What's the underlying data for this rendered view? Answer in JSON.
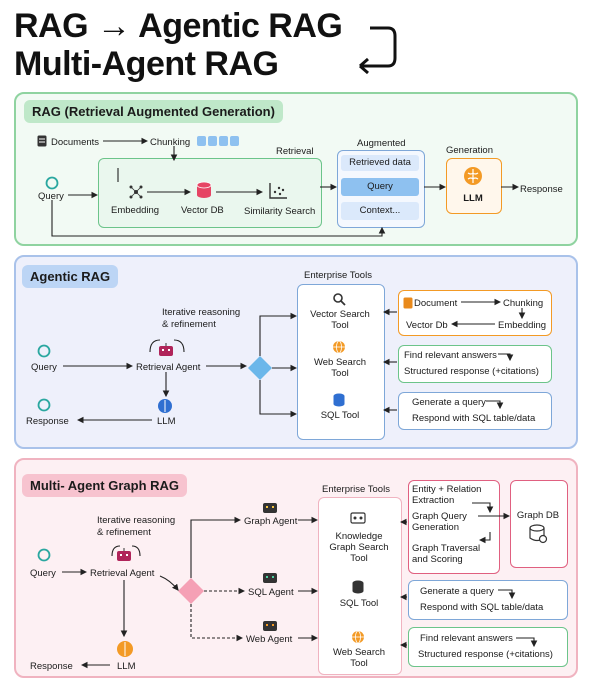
{
  "title": {
    "line1": "RAG → Agentic RAG",
    "line2": "Multi-Agent RAG"
  },
  "rag": {
    "tag": "RAG (Retrieval Augmented Generation)",
    "documents": "Documents",
    "chunking": "Chunking",
    "retrieval": "Retrieval",
    "augmented": "Augmented",
    "generation": "Generation",
    "query": "Query",
    "embedding": "Embedding",
    "vector_db": "Vector DB",
    "similarity_search": "Similarity Search",
    "retrieved_data": "Retrieved data",
    "aug_query": "Query",
    "context": "Context...",
    "llm": "LLM",
    "response": "Response"
  },
  "agentic": {
    "tag": "Agentic RAG",
    "enterprise_tools": "Enterprise Tools",
    "iterative": "Iterative reasoning",
    "refinement": "& refinement",
    "query": "Query",
    "retrieval_agent": "Retrieval Agent",
    "response": "Response",
    "llm": "LLM",
    "vector_search_tool_1": "Vector Search",
    "vector_search_tool_2": "Tool",
    "web_search_tool_1": "Web Search",
    "web_search_tool_2": "Tool",
    "sql_tool": "SQL Tool",
    "document": "Document",
    "chunking": "Chunking",
    "vector_db": "Vector Db",
    "embedding": "Embedding",
    "find_answers": "Find relevant answers",
    "structured_response": "Structured response (+citations)",
    "generate_query": "Generate a query",
    "respond_sql": "Respond with SQL table/data"
  },
  "multi": {
    "tag": "Multi- Agent Graph RAG",
    "enterprise_tools": "Enterprise Tools",
    "iterative": "Iterative reasoning",
    "refinement": "& refinement",
    "query": "Query",
    "retrieval_agent": "Retrieval Agent",
    "response": "Response",
    "llm": "LLM",
    "graph_agent": "Graph Agent",
    "sql_agent": "SQL Agent",
    "web_agent": "Web Agent",
    "kg_tool_1": "Knowledge",
    "kg_tool_2": "Graph Search",
    "kg_tool_3": "Tool",
    "sql_tool": "SQL Tool",
    "web_tool_1": "Web Search",
    "web_tool_2": "Tool",
    "entity_1": "Entity + Relation",
    "entity_2": "Extraction",
    "graph_query_1": "Graph Query",
    "graph_query_2": "Generation",
    "graph_traversal_1": "Graph Traversal",
    "graph_traversal_2": "and Scoring",
    "graph_db": "Graph DB",
    "generate_query": "Generate a query",
    "respond_sql": "Respond with SQL table/data",
    "find_answers": "Find relevant answers",
    "structured_response": "Structured response (+citations)"
  },
  "colors": {
    "rag_panel": "#f2faf4",
    "rag_border": "#8fd3a0",
    "rag_tag": "#bfe8c9",
    "agentic_panel": "#eef0fb",
    "agentic_border": "#a9c2ea",
    "agentic_tag": "#bcd5f5",
    "multi_panel": "#fdf0f3",
    "multi_border": "#f0b3c0",
    "multi_tag": "#f7c3cf",
    "blue_box": "#dbe9fb",
    "orange": "#f39a25",
    "diamond_blue": "#6bb7ea",
    "diamond_pink": "#f5a0b5"
  }
}
